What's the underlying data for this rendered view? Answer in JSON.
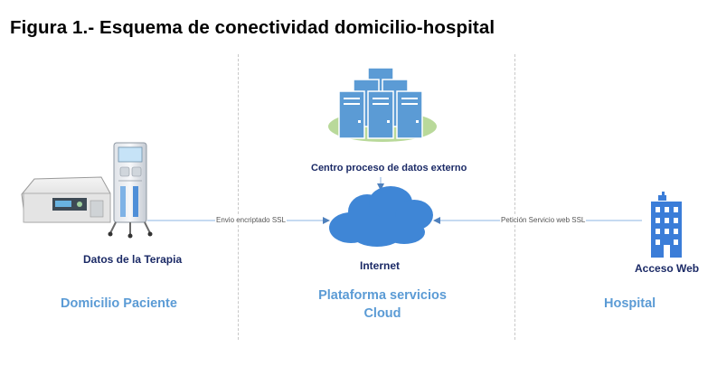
{
  "title": "Figura 1.- Esquema de conectividad domicilio-hospital",
  "nodes": {
    "datacenter": "Centro proceso de datos externo",
    "cloud": "Internet",
    "patient_device": "Datos de la Terapia",
    "hospital": "Acceso Web"
  },
  "connections": {
    "patient_to_cloud": "Envio encriptado SSL",
    "hospital_to_cloud": "Petición Servicio web SSL"
  },
  "zones": {
    "left": "Domicilio Paciente",
    "center_line1": "Plataforma servicios",
    "center_line2": "Cloud",
    "right": "Hospital"
  },
  "colors": {
    "zone_label": "#5b9bd5",
    "node_label": "#1b2a66",
    "cloud": "#3f86d6",
    "server": "#5b9bd5",
    "server_base": "#b9d99a",
    "building": "#3b7dd8",
    "arrow": "#8eb4e3"
  },
  "icons": [
    "server-cluster-icon",
    "cloud-icon",
    "hospital-building-icon",
    "dialysis-machine-icon"
  ]
}
